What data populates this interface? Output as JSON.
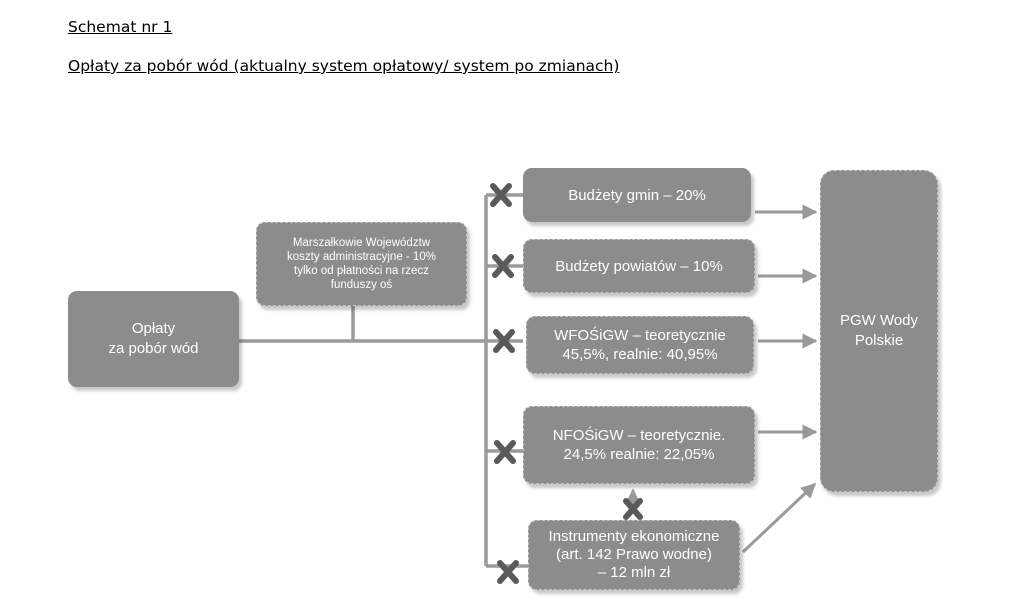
{
  "page": {
    "title": "Schemat nr 1",
    "subtitle": "Opłaty za pobór wód (aktualny system opłatowy/ system po zmianach)"
  },
  "diagram": {
    "source": {
      "label": "Opłaty\nza pobór wód"
    },
    "admin": {
      "label": "Marszałkowie Województw\nkoszty administracyjne -  10%\ntylko od płatności na rzecz\nfunduszy oś"
    },
    "recipients": [
      {
        "label": "Budżety gmin – 20%"
      },
      {
        "label": "Budżety powiatów – 10%"
      },
      {
        "label": "WFOŚiGW – teoretycznie\n45,5%, realnie: 40,95%"
      },
      {
        "label": "NFOŚiGW – teoretycznie.\n24,5% realnie: 22,05%"
      },
      {
        "label": "Instrumenty ekonomiczne\n(art. 142 Prawo wodne)\n– 12 mln zł"
      }
    ],
    "target": {
      "label": "PGW Wody\nPolskie"
    },
    "colors": {
      "box_fill": "#8c8c8c",
      "connector": "#9a9a9a",
      "cross_mark": "#5a5a5a"
    },
    "icons": [
      "cross-mark-icon",
      "arrow-right-icon",
      "double-arrow-icon"
    ]
  }
}
